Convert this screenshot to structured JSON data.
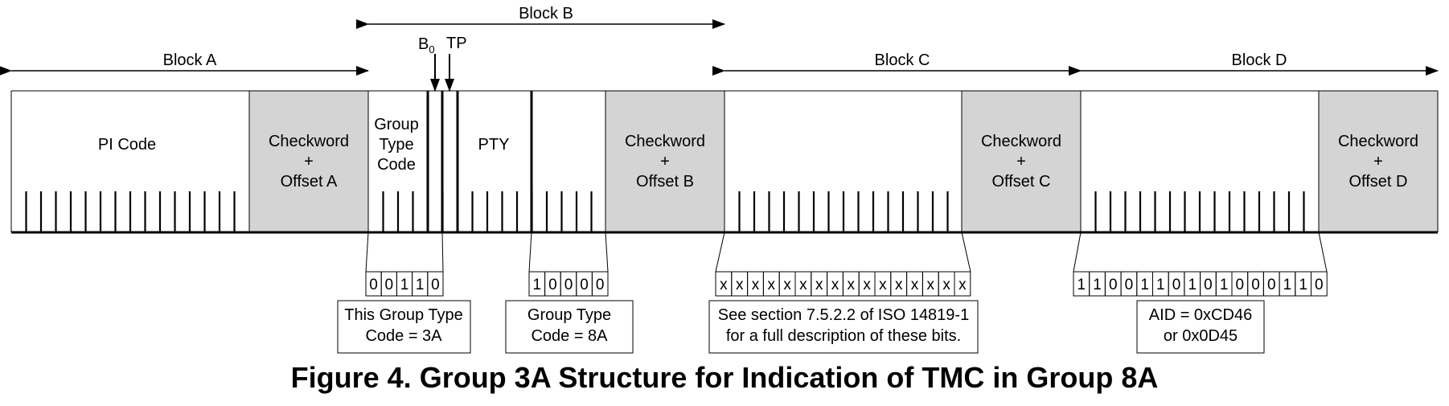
{
  "blocks": {
    "a": "Block A",
    "b": "Block B",
    "c": "Block C",
    "d": "Block D"
  },
  "fields": {
    "pi_code": "PI Code",
    "group_type_code": [
      "Group",
      "Type",
      "Code"
    ],
    "pty": "PTY",
    "checkword_a": [
      "Checkword",
      "+",
      "Offset A"
    ],
    "checkword_b": [
      "Checkword",
      "+",
      "Offset B"
    ],
    "checkword_c": [
      "Checkword",
      "+",
      "Offset C"
    ],
    "checkword_d": [
      "Checkword",
      "+",
      "Offset D"
    ]
  },
  "markers": {
    "b0_base": "B",
    "b0_sub": "0",
    "tp": "TP"
  },
  "bits": {
    "group_type": [
      "0",
      "0",
      "1",
      "1",
      "0"
    ],
    "group8a": [
      "1",
      "0",
      "0",
      "0",
      "0"
    ],
    "block_c": [
      "x",
      "x",
      "x",
      "x",
      "x",
      "x",
      "x",
      "x",
      "x",
      "x",
      "x",
      "x",
      "x",
      "x",
      "x",
      "x"
    ],
    "block_d": [
      "1",
      "1",
      "0",
      "0",
      "1",
      "1",
      "0",
      "1",
      "0",
      "1",
      "0",
      "0",
      "0",
      "1",
      "1",
      "0"
    ]
  },
  "notes": {
    "group_type": [
      "This Group Type",
      "Code = 3A"
    ],
    "group8a": [
      "Group Type",
      "Code = 8A"
    ],
    "block_c": [
      "See section 7.5.2.2 of ISO 14819-1",
      "for a full description of these bits."
    ],
    "block_d": [
      "AID = 0xCD46",
      "or 0x0D45"
    ]
  },
  "caption": "Figure 4. Group 3A Structure for Indication of TMC in Group 8A"
}
